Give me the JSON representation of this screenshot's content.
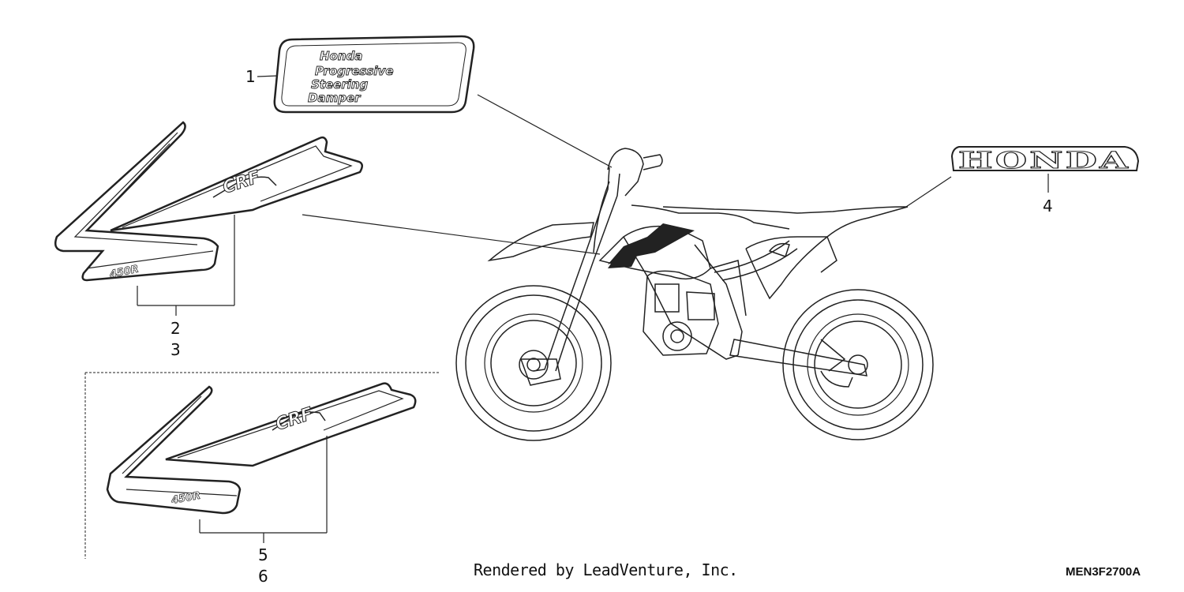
{
  "callouts": {
    "c1": "1",
    "c2": "2",
    "c3": "3",
    "c4": "4",
    "c5": "5",
    "c6": "6"
  },
  "emblem1": {
    "lines": [
      "Honda",
      "Progressive",
      "Steering",
      "Damper"
    ]
  },
  "emblem4": {
    "text": "HONDA"
  },
  "decal_text": {
    "crf": "CRF",
    "model": "450R"
  },
  "footer": {
    "credit": "Rendered by LeadVenture, Inc.",
    "code": "MEN3F2700A"
  }
}
